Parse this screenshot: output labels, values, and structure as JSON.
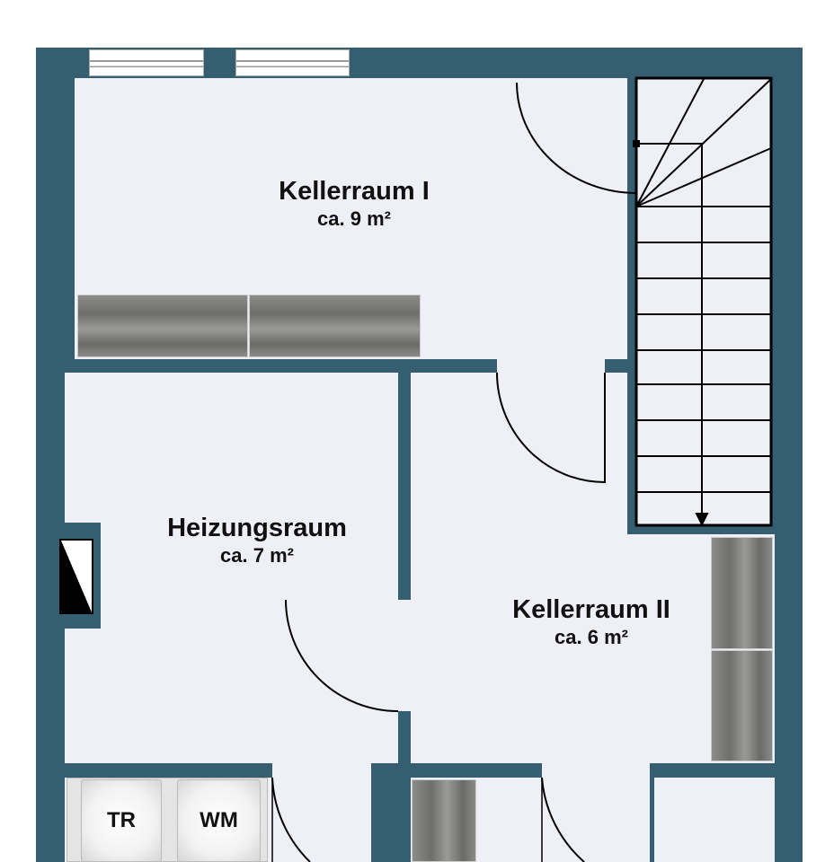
{
  "rooms": [
    {
      "name": "Kellerraum I",
      "area": "ca. 9 m²"
    },
    {
      "name": "Heizungsraum",
      "area": "ca. 7 m²"
    },
    {
      "name": "Kellerraum II",
      "area": "ca. 6 m²"
    }
  ],
  "appliances": {
    "dryer": "TR",
    "washer": "WM"
  },
  "colors": {
    "wall": "#355f70",
    "floor": "#eef0f5"
  }
}
